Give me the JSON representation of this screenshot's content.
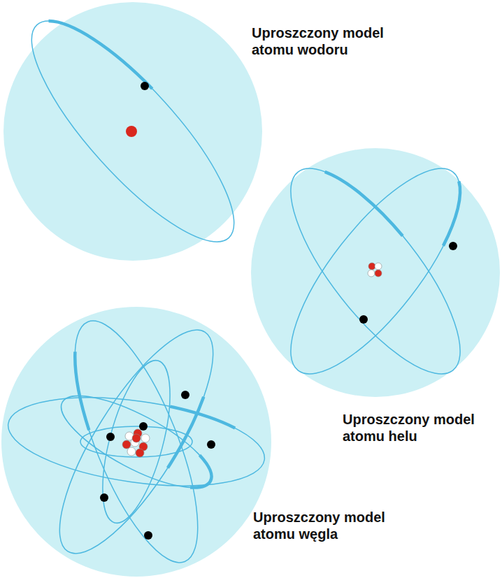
{
  "diagram": {
    "labels": [
      "Uproszczony model atomu wodoru",
      "Uproszczony model atomu helu",
      "Uproszczony model atomu węgla"
    ]
  }
}
